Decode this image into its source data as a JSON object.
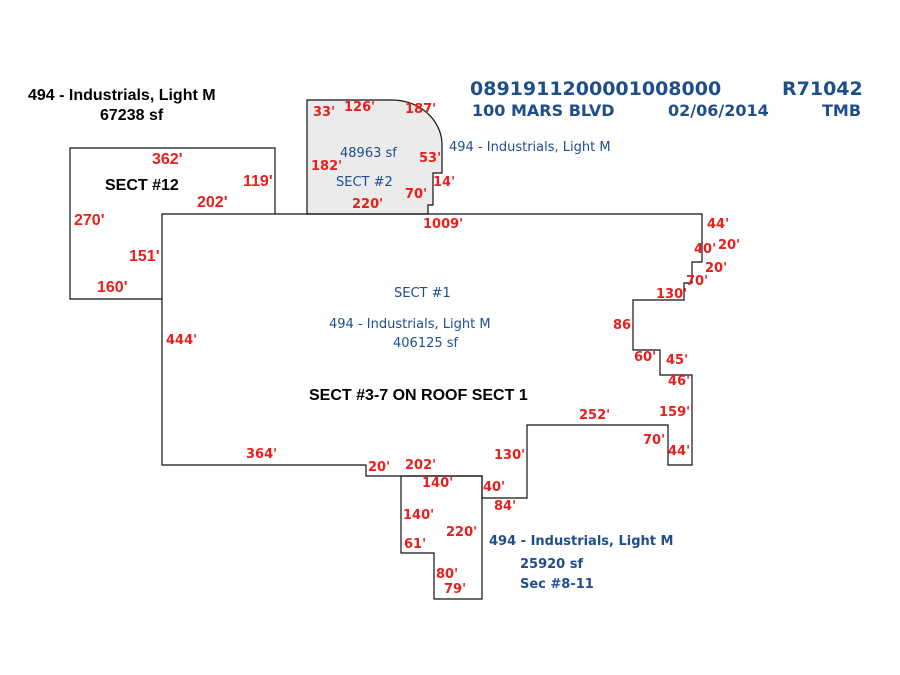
{
  "header": {
    "parcel_id": "0891911200001008000",
    "record_id": "R71042",
    "address": "100 MARS BLVD",
    "date": "02/06/2014",
    "initials": "TMB"
  },
  "sect12": {
    "use": "494 - Industrials, Light M",
    "area": "67238 sf",
    "name": "SECT #12",
    "dims": [
      "362'",
      "119'",
      "202'",
      "270'",
      "151'",
      "160'"
    ]
  },
  "sect2": {
    "area": "48963 sf",
    "name": "SECT #2",
    "use": "494 - Industrials, Light M",
    "dims": [
      "33'",
      "126'",
      "187'",
      "182'",
      "53'",
      "14'",
      "70'",
      "220'"
    ]
  },
  "sect1": {
    "name": "SECT #1",
    "use": "494 - Industrials, Light M",
    "area": "406125 sf",
    "roof_note": "SECT #3-7 ON ROOF SECT 1",
    "dims": [
      "1009'",
      "44'",
      "40'",
      "20'",
      "20'",
      "70'",
      "130'",
      "86'",
      "60'",
      "45'",
      "46'",
      "159'",
      "70'",
      "44'",
      "252'",
      "130'",
      "40'",
      "84'",
      "202'",
      "20'",
      "364'",
      "444'"
    ]
  },
  "sect8_11": {
    "use": "494 - Industrials, Light M",
    "area": "25920 sf",
    "name": "Sec #8-11",
    "dims": [
      "140'",
      "140'",
      "220'",
      "61'",
      "80'",
      "79'"
    ]
  },
  "colors": {
    "text_blue": "#1f4e8c",
    "dim_red": "#e8201d",
    "line": "#111111",
    "fill_sect2": "#ebebeb"
  }
}
